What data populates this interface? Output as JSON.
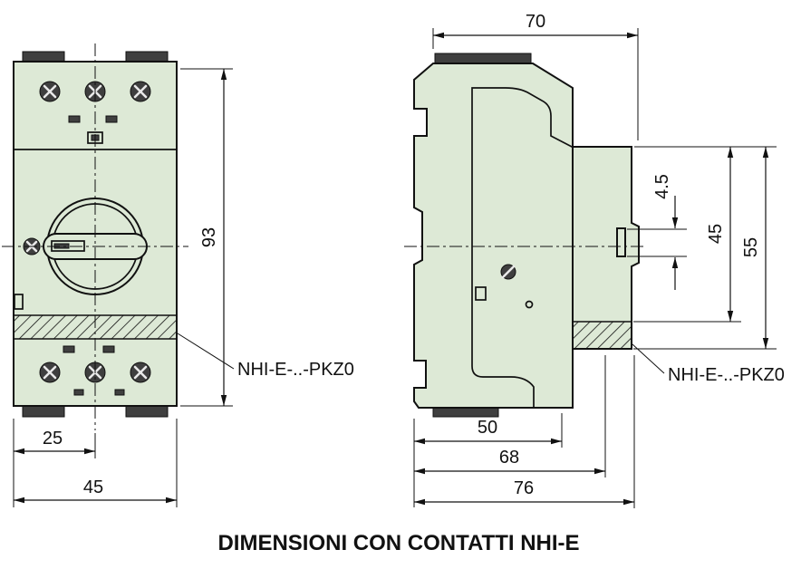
{
  "title": "DIMENSIONI CON CONTATTI NHI-E",
  "colors": {
    "body_fill": "#dde9d6",
    "line": "#111111",
    "dark_fill": "#3f3f3f"
  },
  "front_view": {
    "height": "93",
    "half_width": "25",
    "width": "45",
    "attachment_label": "NHI-E-..-PKZ0"
  },
  "side_view": {
    "top_width": "70",
    "tab": "4.5",
    "inner_height": "45",
    "outer_height": "55",
    "depth_body": "50",
    "depth_mid": "68",
    "depth_total": "76",
    "attachment_label": "NHI-E-..-PKZ0"
  }
}
